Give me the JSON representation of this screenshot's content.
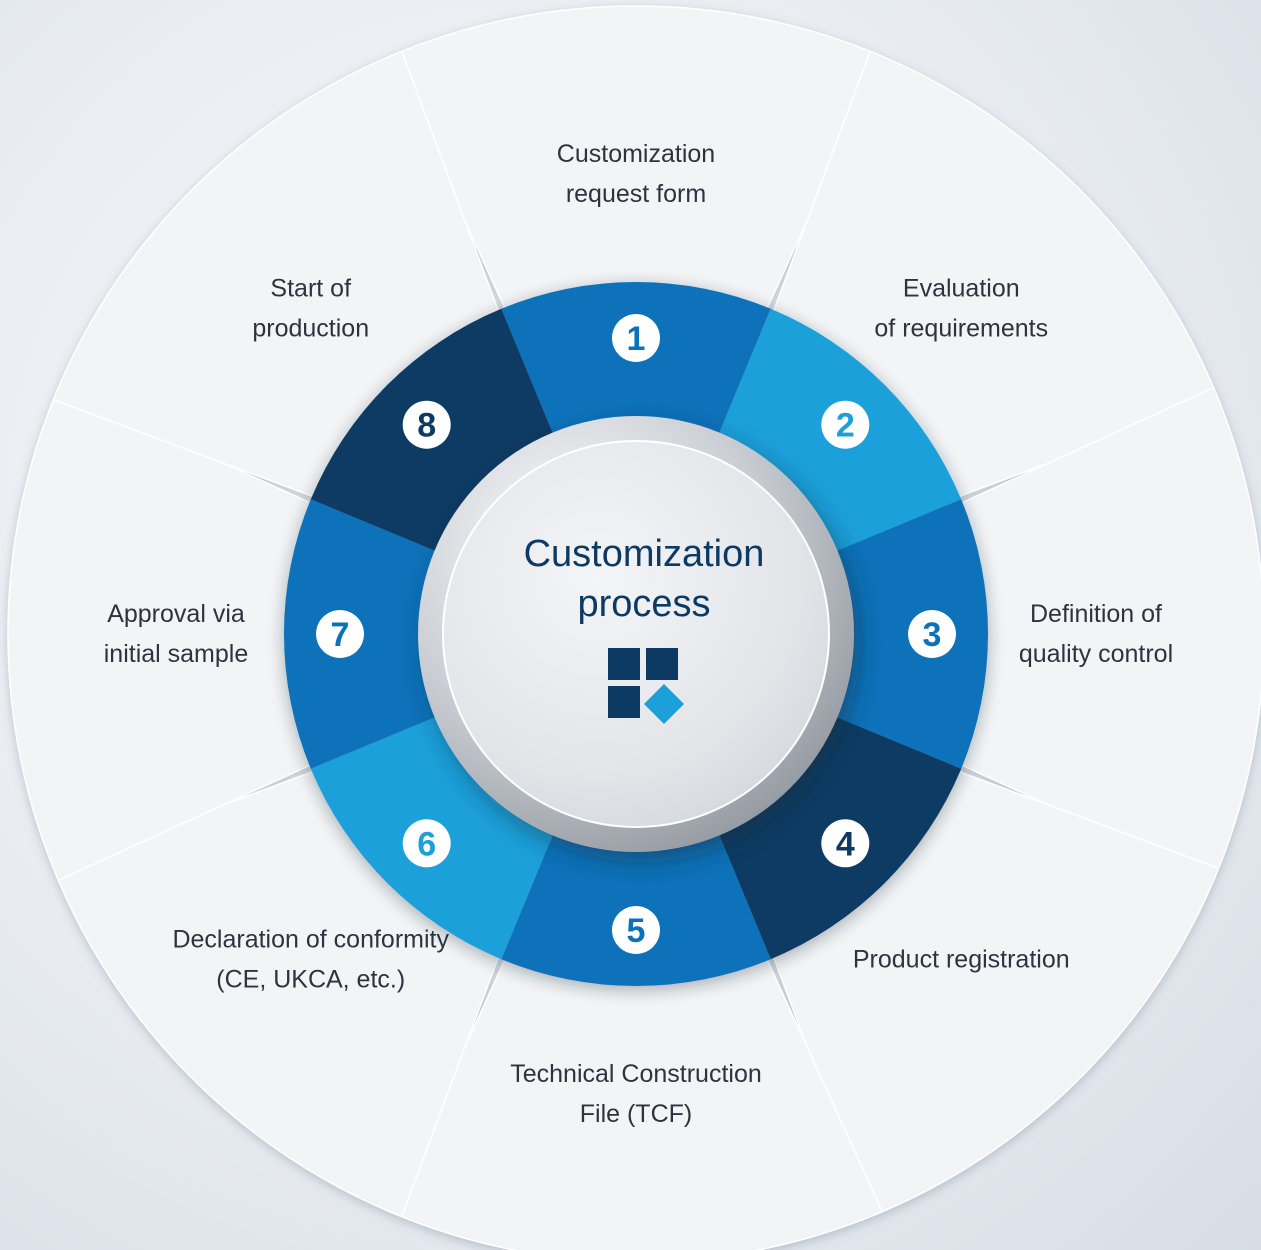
{
  "center": {
    "title_line1": "Customization",
    "title_line2": "process",
    "icon": "squares-diamond-icon"
  },
  "steps": [
    {
      "number": "1",
      "line1": "Customization",
      "line2": "request form",
      "color": "#0a72ba"
    },
    {
      "number": "2",
      "line1": "Evaluation",
      "line2": "of requirements",
      "color": "#1ba0da"
    },
    {
      "number": "3",
      "line1": "Definition of",
      "line2": "quality control",
      "color": "#0a72ba"
    },
    {
      "number": "4",
      "line1": "Product registration",
      "line2": "",
      "color": "#0d3a63"
    },
    {
      "number": "5",
      "line1": "Technical Construction",
      "line2": "File (TCF)",
      "color": "#0a72ba"
    },
    {
      "number": "6",
      "line1": "Declaration of conformity",
      "line2": "(CE, UKCA, etc.)",
      "color": "#1ba0da"
    },
    {
      "number": "7",
      "line1": "Approval via",
      "line2": "initial sample",
      "color": "#0a72ba"
    },
    {
      "number": "8",
      "line1": "Start of",
      "line2": "production",
      "color": "#0d3a63"
    }
  ],
  "colors": {
    "dark_blue": "#0d3a63",
    "mid_blue": "#0a72ba",
    "light_blue": "#1ba0da",
    "segment_fill": "#f3f4f6",
    "label_text": "#2d3440"
  }
}
